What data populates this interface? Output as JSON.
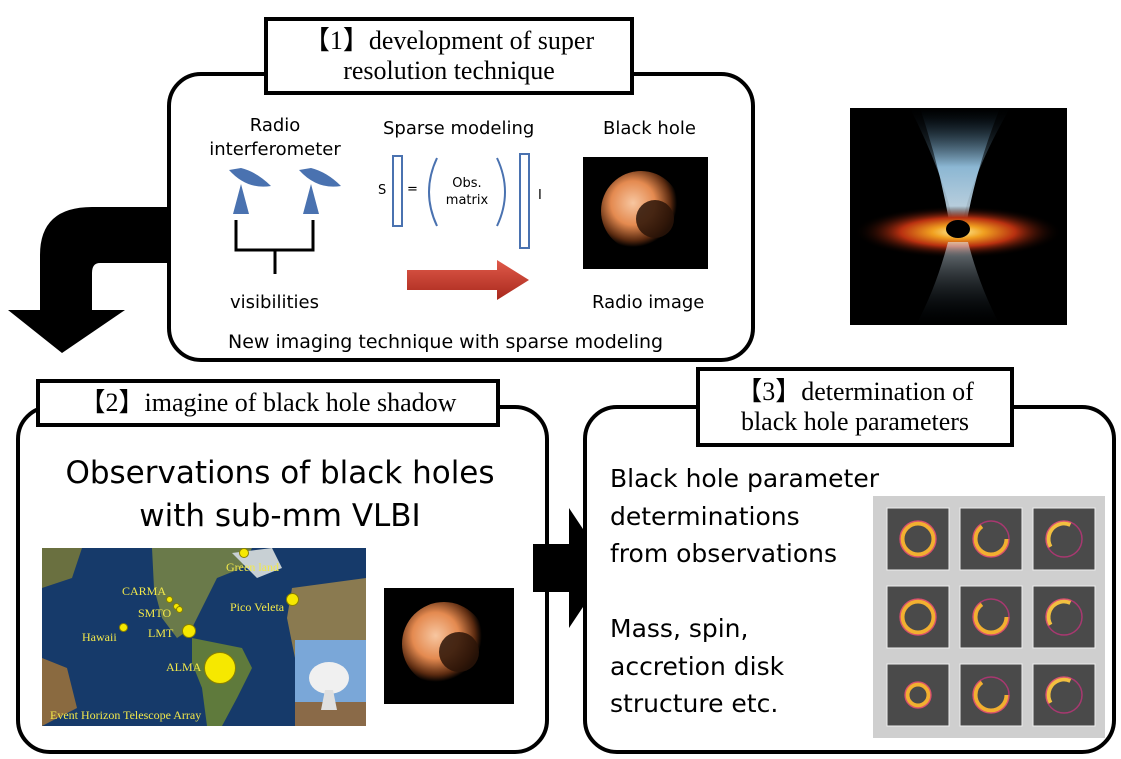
{
  "section1": {
    "title_line1": "【1】development of super",
    "title_line2": "resolution technique",
    "radio_label_line1": "Radio",
    "radio_label_line2": "interferometer",
    "sparse_label": "Sparse modeling",
    "blackhole_label": "Black hole",
    "matrix_s": "S",
    "matrix_eq": "=",
    "matrix_obs_line1": "Obs.",
    "matrix_obs_line2": "matrix",
    "matrix_i": "I",
    "visibilities_label": "visibilities",
    "radio_image_label": "Radio image",
    "caption": "New imaging technique with sparse modeling"
  },
  "section2": {
    "title": "【2】imagine of black hole shadow",
    "heading_line1": "Observations of black holes",
    "heading_line2": "with sub-mm VLBI",
    "map_labels": {
      "greenland": "Green land",
      "carma": "CARMA",
      "smto": "SMTO",
      "pico": "Pico Veleta",
      "hawaii": "Hawaii",
      "lmt": "LMT",
      "alma": "ALMA",
      "eht": "Event Horizon Telescope Array"
    }
  },
  "section3": {
    "title_line1": "【3】determination of",
    "title_line2": "black hole parameters",
    "text_line1": "Black hole parameter",
    "text_line2": "determinations",
    "text_line3": "from observations",
    "text_line4": "Mass, spin,",
    "text_line5": "accretion disk",
    "text_line6": "structure etc."
  },
  "colors": {
    "accent_arrow": "#c0392b",
    "antenna": "#4a72b0",
    "marker": "#f6e800"
  }
}
